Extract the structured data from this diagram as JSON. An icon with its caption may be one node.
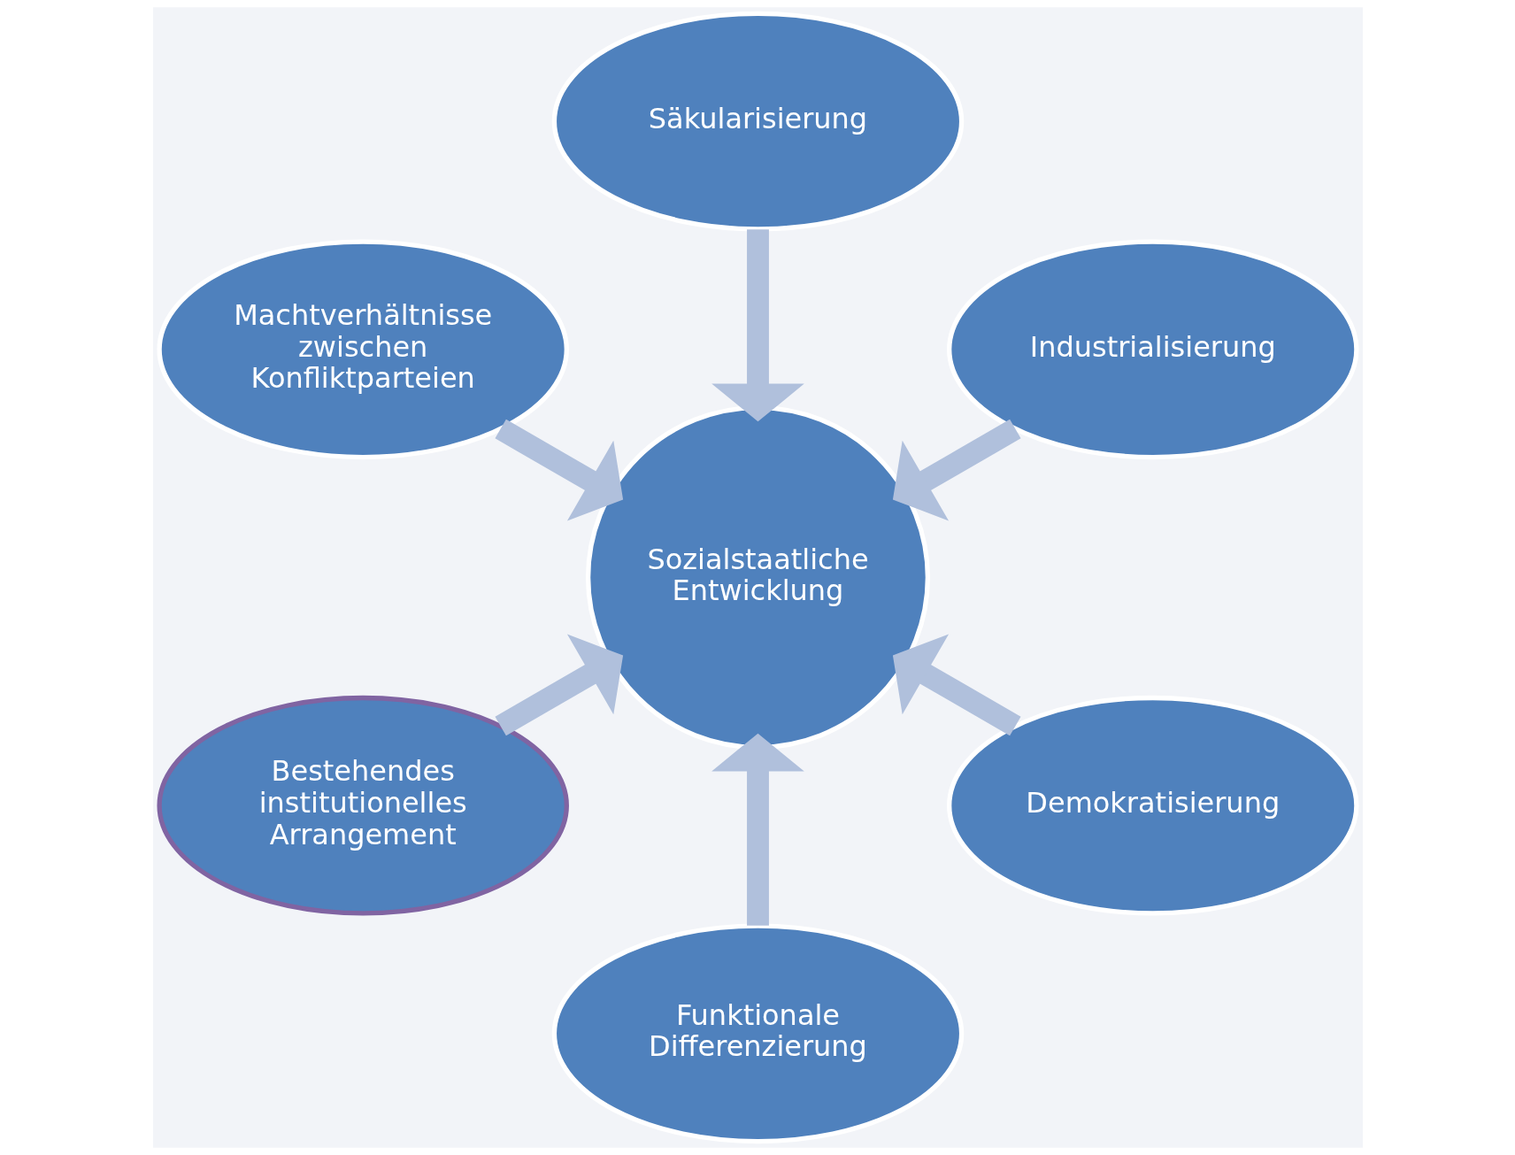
{
  "diagram": {
    "nodes": [
      {
        "text": [
          "Industrialisierung"
        ]
      },
      {
        "text": [
          "Säkularisierung"
        ]
      },
      {
        "text": [
          "Sozialstaatliche Entwicklung"
        ]
      },
      {
        "text": [
          "Machtverhältnisse zwischen Konfliktparteien"
        ]
      },
      {
        "text": [
          "Bestehendes institutionelles Arrangement"
        ]
      },
      {
        "text": [
          "Funktionale Differenzierung"
        ]
      },
      {
        "text": [
          "Demokratisierung"
        ]
      }
    ],
    "edges": [
      {
        "from": 0,
        "to": 2,
        "arrow": "to"
      },
      {
        "from": 1,
        "to": 2,
        "arrow": "to"
      },
      {
        "from": 4,
        "to": 2,
        "arrow": "to"
      },
      {
        "from": 6,
        "to": 2,
        "arrow": "to"
      },
      {
        "from": 5,
        "to": 2,
        "arrow": "to"
      },
      {
        "from": 3,
        "to": 2,
        "arrow": "to"
      }
    ]
  }
}
